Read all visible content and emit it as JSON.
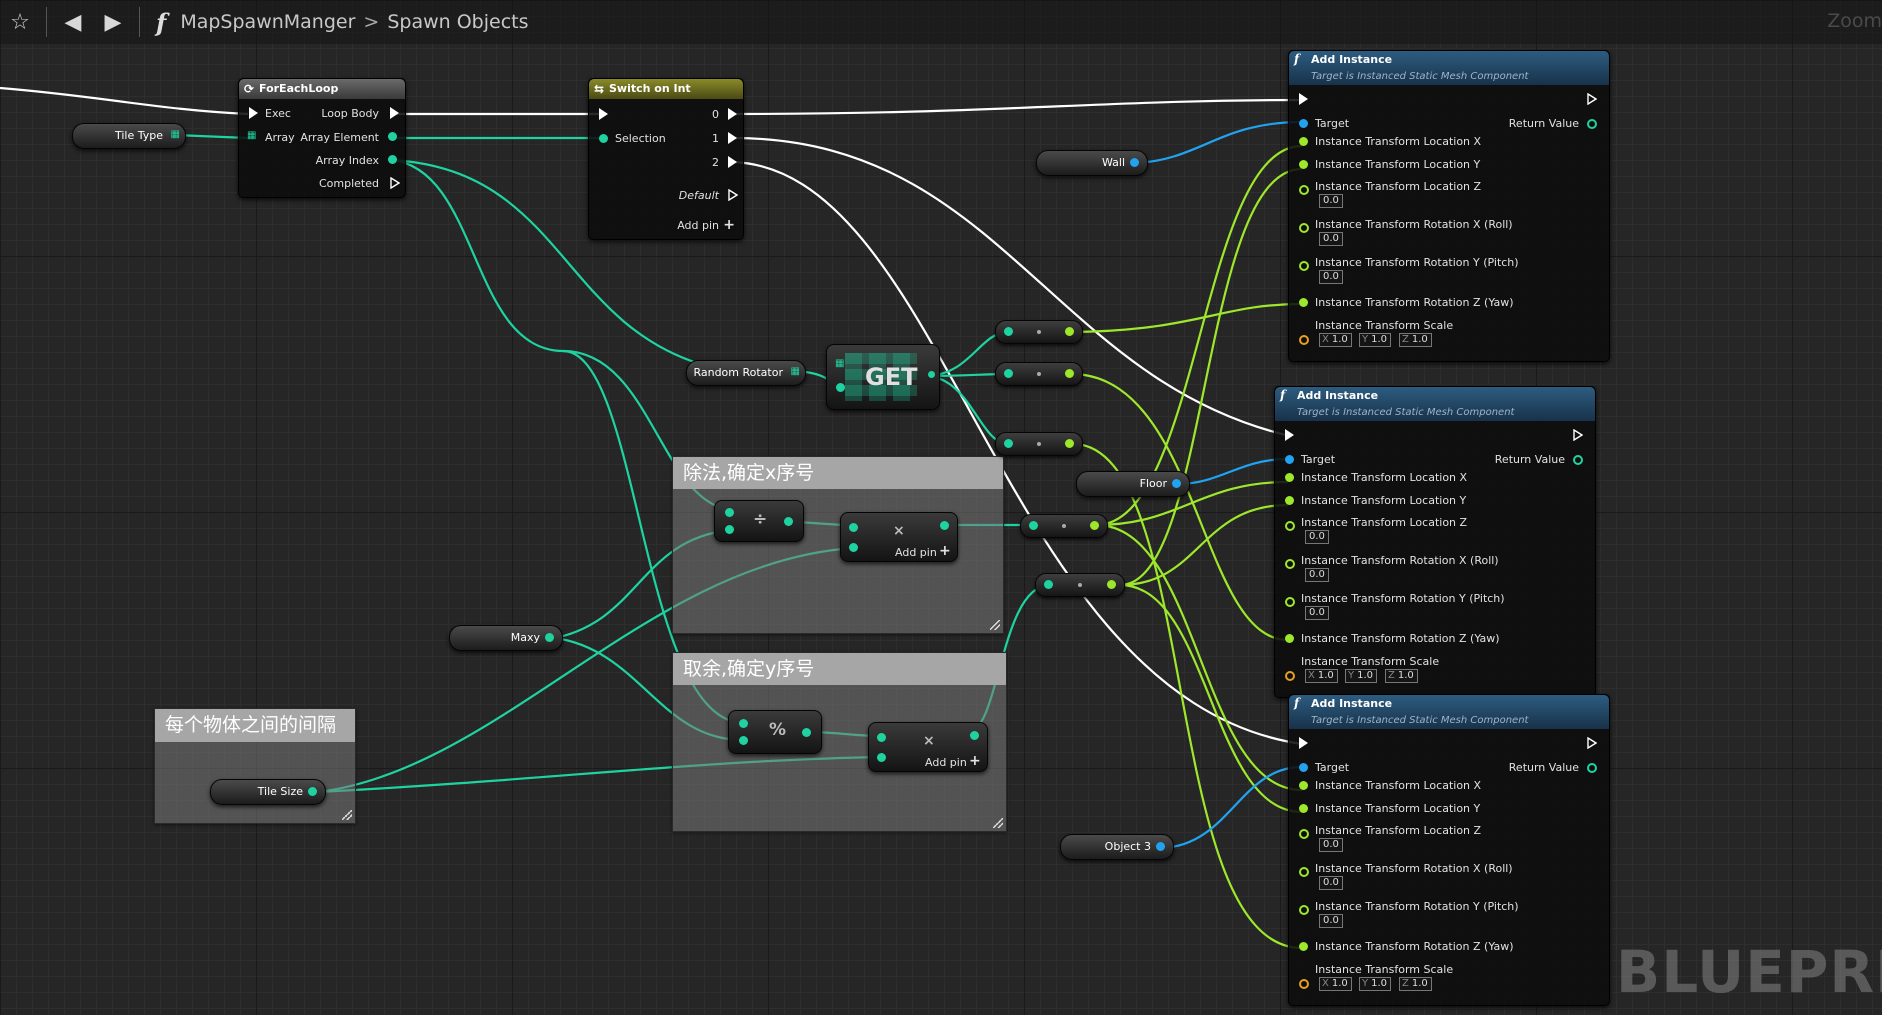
{
  "toolbar": {
    "breadcrumb_root": "MapSpawnManger",
    "breadcrumb_sep": ">",
    "breadcrumb_current": "Spawn Objects",
    "zoom_label": "Zoom"
  },
  "watermark": "BLUEPRINT",
  "variables": {
    "tile_type": "Tile Type",
    "random_rotator": "Random Rotator",
    "wall": "Wall",
    "floor": "Floor",
    "maxy": "Maxy",
    "tile_size": "Tile Size",
    "object3": "Object 3"
  },
  "foreach": {
    "title": "ForEachLoop",
    "exec": "Exec",
    "array": "Array",
    "loop_body": "Loop Body",
    "array_element": "Array Element",
    "array_index": "Array Index",
    "completed": "Completed"
  },
  "switch": {
    "title": "Switch on Int",
    "selection": "Selection",
    "out0": "0",
    "out1": "1",
    "out2": "2",
    "default": "Default",
    "add_pin": "Add pin"
  },
  "get_node": {
    "label": "GET"
  },
  "comments": {
    "divide": "除法,确定x序号",
    "modulo": "取余,确定y序号",
    "spacing": "每个物体之间的间隔"
  },
  "math": {
    "divide_op": "÷",
    "modulo_op": "%",
    "multiply_op": "×",
    "add_pin": "Add pin"
  },
  "add_instance": {
    "title": "Add Instance",
    "subtitle": "Target is Instanced Static Mesh Component",
    "target": "Target",
    "return_value": "Return Value",
    "loc_x": "Instance Transform Location X",
    "loc_y": "Instance Transform Location Y",
    "loc_z": "Instance Transform Location Z",
    "rot_x": "Instance Transform Rotation X (Roll)",
    "rot_y": "Instance Transform Rotation Y (Pitch)",
    "rot_z": "Instance Transform Rotation Z (Yaw)",
    "scale": "Instance Transform Scale",
    "default_float": "0.0",
    "scale_x_axis": "X",
    "scale_y_axis": "Y",
    "scale_z_axis": "Z",
    "scale_value": "1.0"
  },
  "colors": {
    "exec_wire": "#ffffff",
    "int_wire": "#1fd3a0",
    "float_wire": "#9ee82c",
    "object_wire": "#21a3f0",
    "rotator_wire": "#9aa7ff"
  }
}
